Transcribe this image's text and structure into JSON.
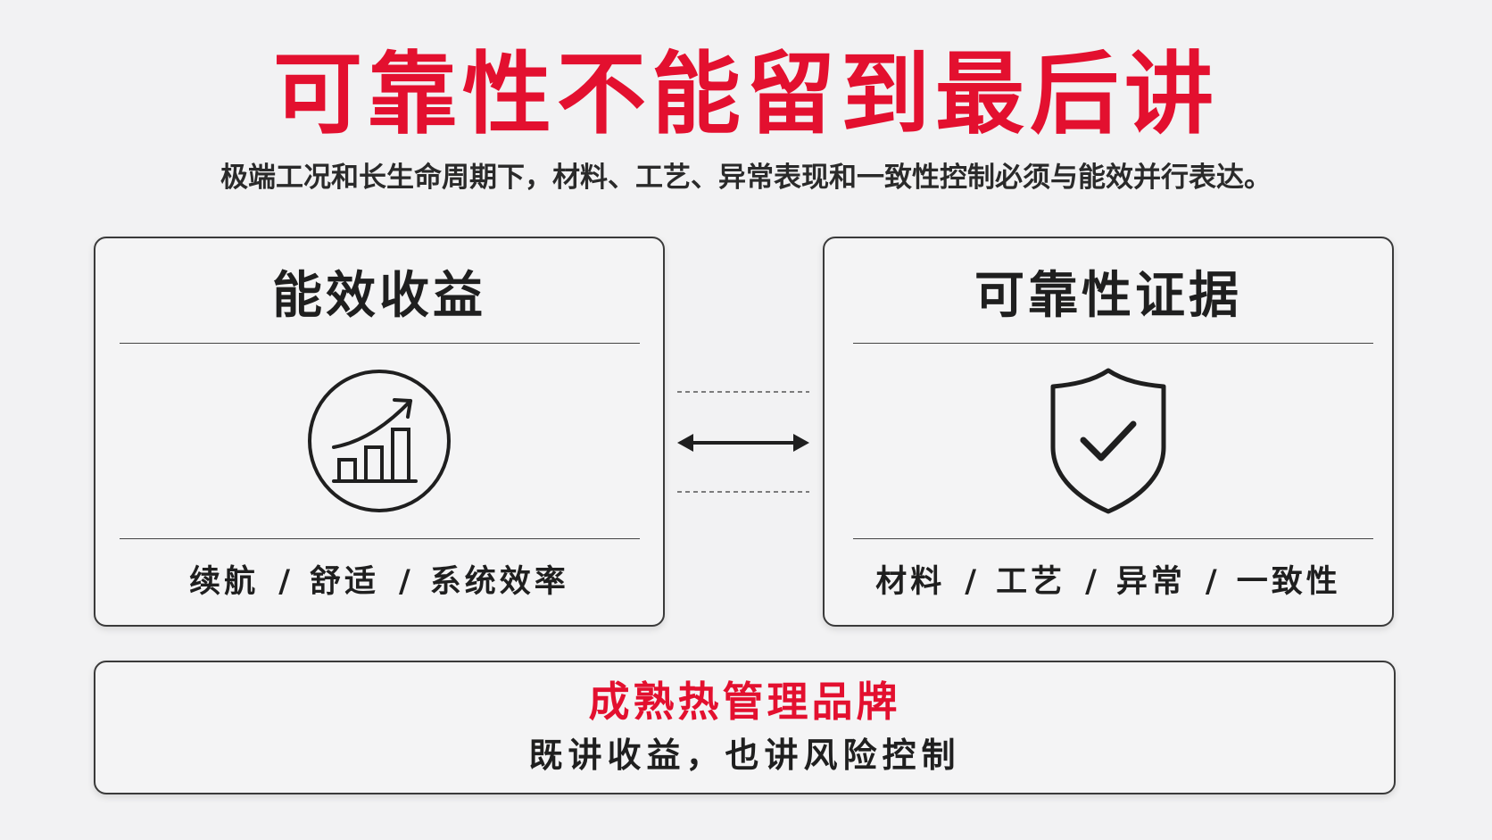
{
  "header": {
    "title": "可靠性不能留到最后讲",
    "subtitle": "极端工况和长生命周期下，材料、工艺、异常表现和一致性控制必须与能效并行表达。"
  },
  "panels": {
    "left": {
      "title": "能效收益",
      "icon": "growth-chart-icon",
      "caption_items": [
        "续航",
        "舒适",
        "系统效率"
      ],
      "separator": "/"
    },
    "right": {
      "title": "可靠性证据",
      "icon": "shield-check-icon",
      "caption_items": [
        "材料",
        "工艺",
        "异常",
        "一致性"
      ],
      "separator": "/"
    }
  },
  "connector": {
    "icon": "double-arrow-icon"
  },
  "banner": {
    "title": "成熟热管理品牌",
    "subtitle": "既讲收益，也讲风险控制"
  },
  "colors": {
    "accent": "#e3102f",
    "text": "#1f1f1f",
    "background": "#f2f2f3",
    "border": "#3a3a3a"
  }
}
